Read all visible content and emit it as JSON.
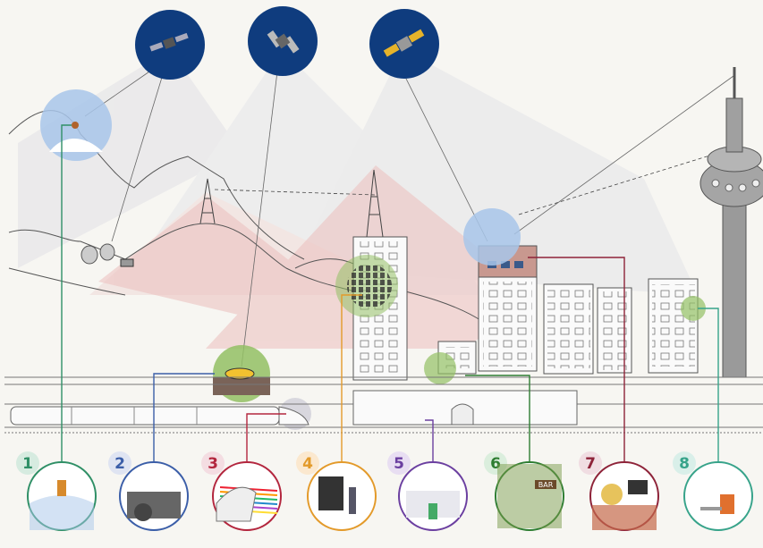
{
  "colors": {
    "background": "#f7f6f2",
    "satellite_disc": "#0f3c7e",
    "sky_blue": "#a8c6ea",
    "coverage_pink": "#e9b7b4",
    "coverage_grey": "#d9d9de",
    "ground_green": "#93c064",
    "line_green": "#2f8f66",
    "line_blue": "#3b5ea8",
    "line_red": "#b3263e",
    "line_orange": "#e39a2a",
    "line_purple": "#6b3fa0",
    "line_darkgreen": "#2e7d32",
    "line_maroon": "#8e2339",
    "line_teal": "#37a38a"
  },
  "satellites": [
    {
      "name": "satellite-1-icon"
    },
    {
      "name": "satellite-2-icon"
    },
    {
      "name": "satellite-3-icon"
    }
  ],
  "scenarios": [
    {
      "number": "1",
      "color": "#2f8f66",
      "scene": "mountain-hiker-icon"
    },
    {
      "number": "2",
      "color": "#3b5ea8",
      "scene": "car-dashboard-icon"
    },
    {
      "number": "3",
      "color": "#b3263e",
      "scene": "high-speed-train-icon"
    },
    {
      "number": "4",
      "color": "#e39a2a",
      "scene": "office-indoor-icon"
    },
    {
      "number": "5",
      "color": "#6b3fa0",
      "scene": "train-station-icon"
    },
    {
      "number": "6",
      "color": "#2e7d32",
      "scene": "street-bar-icon"
    },
    {
      "number": "7",
      "color": "#8e2339",
      "scene": "home-video-call-icon"
    },
    {
      "number": "8",
      "color": "#37a38a",
      "scene": "remote-laptop-user-icon"
    }
  ],
  "labels": {
    "bar_sign": "BAR"
  }
}
